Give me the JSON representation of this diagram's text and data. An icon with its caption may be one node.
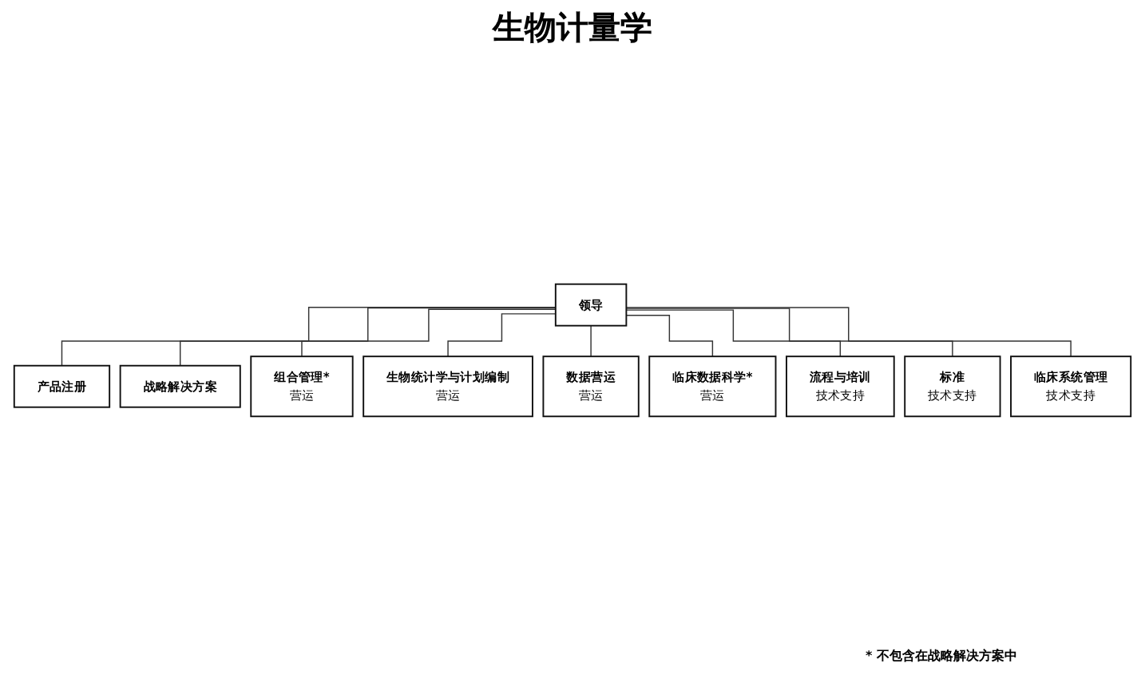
{
  "diagram": {
    "title": "生物计量学",
    "nodes": [
      {
        "text": [
          "领导"
        ]
      },
      {
        "text": [
          "产品注册"
        ]
      },
      {
        "text": [
          "战略解决方案"
        ]
      },
      {
        "text": [
          "组合管理*",
          "营运"
        ]
      },
      {
        "text": [
          "生物统计学与计划编制",
          "营运"
        ]
      },
      {
        "text": [
          "数据营运",
          "营运"
        ]
      },
      {
        "text": [
          "临床数据科学*",
          "营运"
        ]
      },
      {
        "text": [
          "流程与培训",
          "技术支持"
        ]
      },
      {
        "text": [
          "标准",
          "技术支持"
        ]
      },
      {
        "text": [
          "临床系统管理",
          "技术支持"
        ]
      }
    ],
    "edges": [
      {
        "from": 0,
        "to": 1,
        "arrow": "none"
      },
      {
        "from": 0,
        "to": 2,
        "arrow": "none"
      },
      {
        "from": 0,
        "to": 3,
        "arrow": "none"
      },
      {
        "from": 0,
        "to": 4,
        "arrow": "none"
      },
      {
        "from": 0,
        "to": 5,
        "arrow": "none"
      },
      {
        "from": 0,
        "to": 6,
        "arrow": "none"
      },
      {
        "from": 0,
        "to": 7,
        "arrow": "none"
      },
      {
        "from": 0,
        "to": 8,
        "arrow": "none"
      },
      {
        "from": 0,
        "to": 9,
        "arrow": "none"
      }
    ],
    "labels": [
      "* 不包含在战略解决方案中"
    ]
  }
}
